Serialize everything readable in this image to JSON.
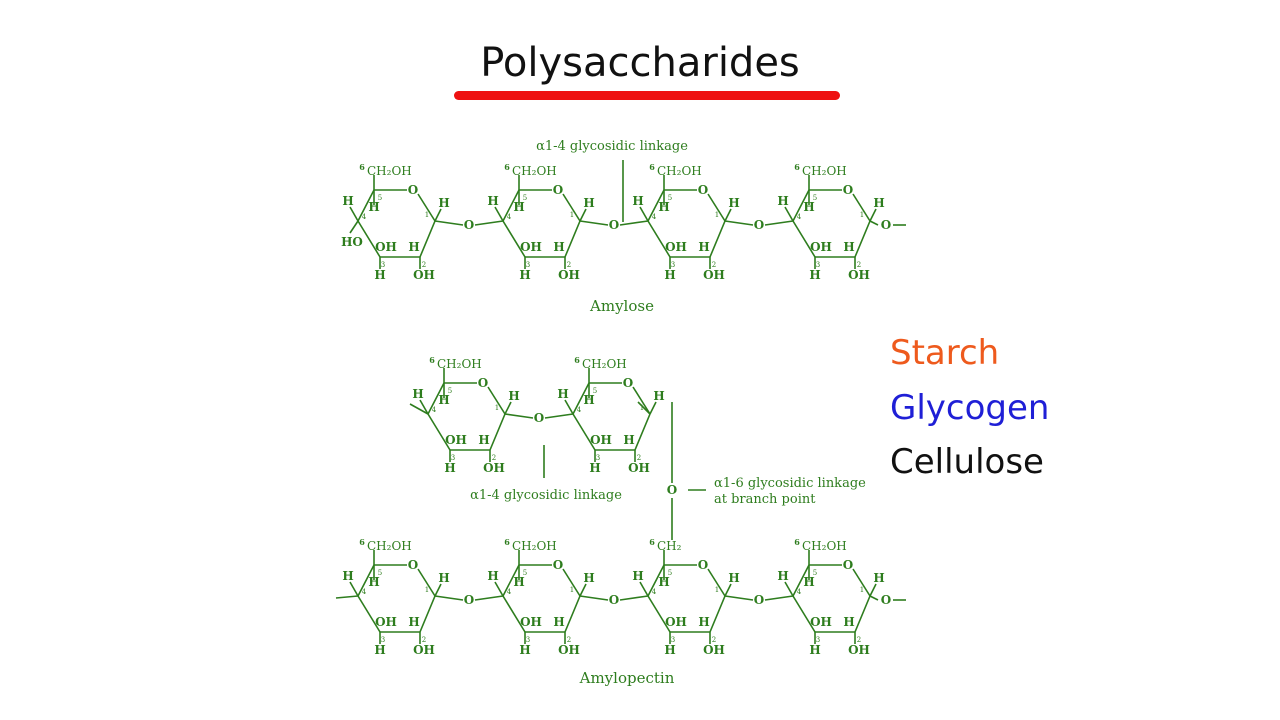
{
  "slide_title": "Polysaccharides",
  "legend": [
    {
      "label": "Starch",
      "color": "#ee5a1d"
    },
    {
      "label": "Glycogen",
      "color": "#1f1fd6"
    },
    {
      "label": "Cellulose",
      "color": "#111111"
    }
  ],
  "diagram_color": "#2e7d1e",
  "amylose": {
    "name": "Amylose",
    "linkage_label": "α1-4 glycosidic linkage",
    "end_group": "HO"
  },
  "amylopectin": {
    "name": "Amylopectin",
    "branch_linkage_label": "α1-4 glycosidic linkage",
    "branch_point_label_line1": "α1-6 glycosidic linkage",
    "branch_point_label_line2": "at branch point"
  },
  "ring": {
    "ch2oh": "CH₂OH",
    "ch2": "CH₂",
    "ch2_superscript": "6",
    "ring_oxygen": "O",
    "hydrogen": "H",
    "hydroxyl": "OH",
    "bridge_oxygen": "O",
    "carbon_numbers": [
      "1",
      "2",
      "3",
      "4",
      "5"
    ]
  }
}
